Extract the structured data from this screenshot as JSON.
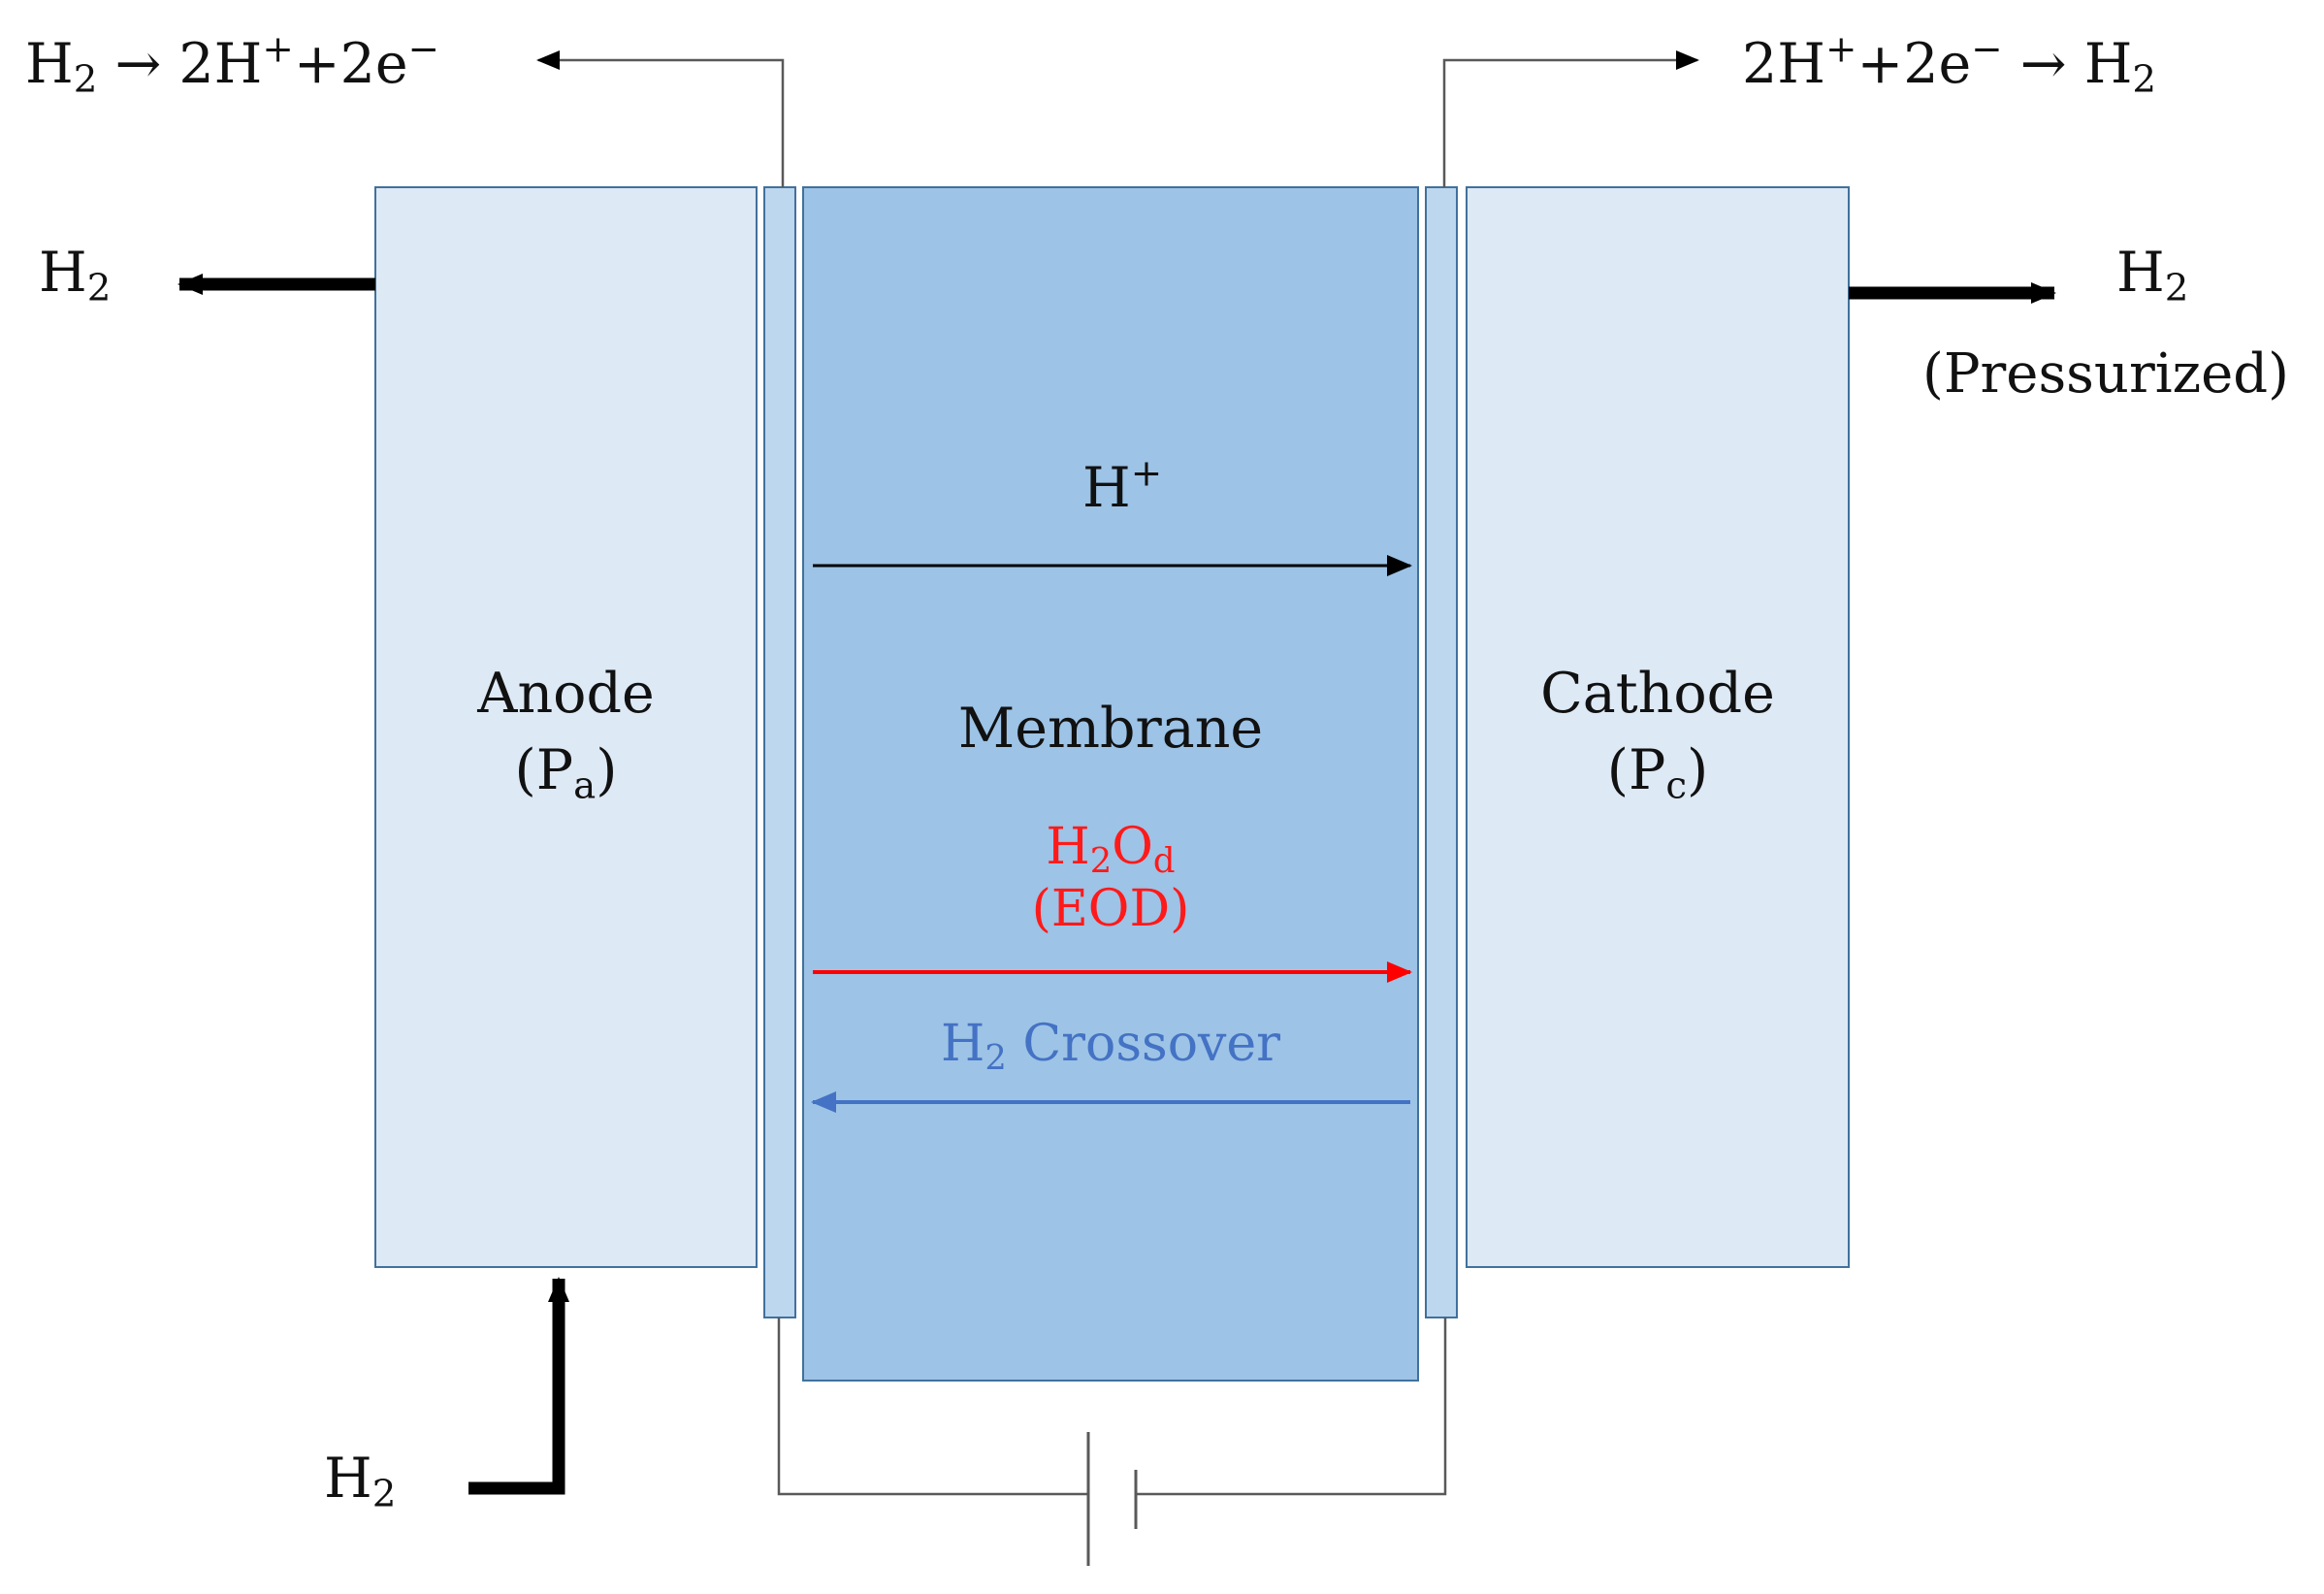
{
  "labels": {
    "anode_reaction": {
      "lhs": "H",
      "lhs_sub": "2",
      "arrow": " → ",
      "rhs_a": "2H",
      "rhs_a_sup": "+",
      "rhs_b": "+2e",
      "rhs_b_sup": "−"
    },
    "cathode_reaction": {
      "lhs_a": "2H",
      "lhs_a_sup": "+",
      "lhs_b": "+2e",
      "lhs_b_sup": "−",
      "arrow": " → ",
      "rhs": "H",
      "rhs_sub": "2"
    },
    "anode_out": {
      "text": "H",
      "sub": "2"
    },
    "cathode_out": {
      "text": "H",
      "sub": "2",
      "note": "(Pressurized)"
    },
    "anode_in": {
      "text": "H",
      "sub": "2"
    },
    "proton": {
      "text": "H",
      "sup": "+"
    },
    "anode": {
      "name": "Anode",
      "pressure_open": "(P",
      "pressure_sub": "a",
      "pressure_close": ")"
    },
    "membrane": {
      "name": "Membrane"
    },
    "cathode": {
      "name": "Cathode",
      "pressure_open": "(P",
      "pressure_sub": "c",
      "pressure_close": ")"
    },
    "water_drag": {
      "text_a": "H",
      "sub_a": "2",
      "text_b": "O",
      "sub_b": "d",
      "note": "(EOD)"
    },
    "crossover": {
      "text": "H",
      "sub": "2",
      "rest": " Crossover"
    }
  },
  "colors": {
    "electrode_fill": "#dde9f5",
    "electrode_stroke": "#41719c",
    "membrane_fill": "#9dc3e6",
    "catalyst_fill": "#bdd7ee",
    "wire": "#595959",
    "eod_arrow": "#ff0000",
    "crossover_arrow": "#4472c4",
    "thick_arrow": "#000000"
  }
}
